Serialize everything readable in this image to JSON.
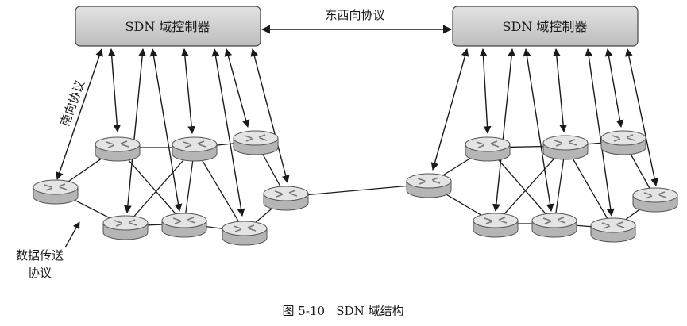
{
  "figure": {
    "controller_left": "SDN 域控制器",
    "controller_right": "SDN 域控制器",
    "east_west_protocol": "东西向协议",
    "south_protocol": "南向协议",
    "data_protocol_line1": "数据传送",
    "data_protocol_line2": "协议",
    "caption": "图 5-10   SDN 域结构"
  },
  "colors": {
    "controller_fill": "#cfcfcf",
    "router_top": "#e6e6e6",
    "router_side": "#b8b8b8",
    "line": "#1a1a1a"
  },
  "icons": [
    "router-icon",
    "double-arrow"
  ]
}
